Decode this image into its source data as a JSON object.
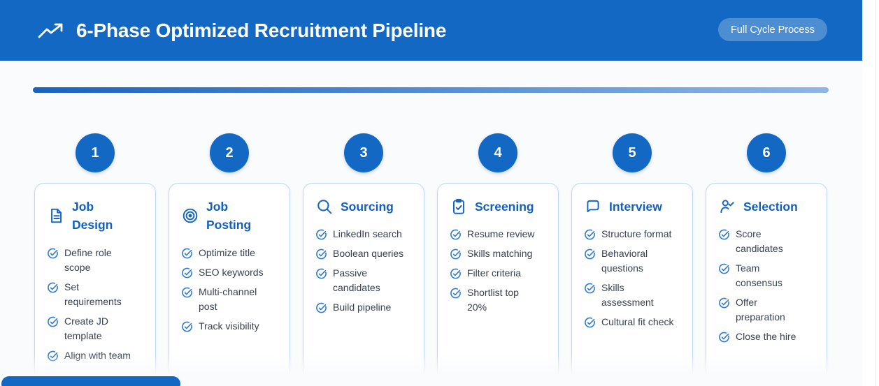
{
  "header": {
    "title": "6-Phase Optimized Recruitment Pipeline",
    "icon": "trending-up-icon",
    "badge": "Full Cycle Process"
  },
  "item_icon": "check-circle-icon",
  "colors": {
    "header_bg": "#1268c3",
    "accent": "#1268c3",
    "badge_bg": "rgba(255,255,255,0.25)",
    "page_bg": "#f9fbfd",
    "card_bg": "#ffffff",
    "card_border": "#c2d8f0",
    "title_color": "#1160c0",
    "icon_color": "#1565c4",
    "check_color": "#2e7ad4",
    "item_color": "#374151",
    "timeline_start": "#1a63bd",
    "timeline_end": "#8fb7e6",
    "edge_line": "#e3e6ea"
  },
  "phases": [
    {
      "number": "1",
      "title": "Job Design",
      "icon": "document-icon",
      "items": [
        "Define role scope",
        "Set requirements",
        "Create JD template",
        "Align with team"
      ]
    },
    {
      "number": "2",
      "title": "Job Posting",
      "icon": "target-icon",
      "items": [
        "Optimize title",
        "SEO keywords",
        "Multi-channel post",
        "Track visibility"
      ]
    },
    {
      "number": "3",
      "title": "Sourcing",
      "icon": "search-icon",
      "items": [
        "LinkedIn search",
        "Boolean queries",
        "Passive candidates",
        "Build pipeline"
      ]
    },
    {
      "number": "4",
      "title": "Screening",
      "icon": "clipboard-check-icon",
      "items": [
        "Resume review",
        "Skills matching",
        "Filter criteria",
        "Shortlist top 20%"
      ]
    },
    {
      "number": "5",
      "title": "Interview",
      "icon": "chat-bubble-icon",
      "items": [
        "Structure format",
        "Behavioral questions",
        "Skills assessment",
        "Cultural fit check"
      ]
    },
    {
      "number": "6",
      "title": "Selection",
      "icon": "person-check-icon",
      "items": [
        "Score candidates",
        "Team consensus",
        "Offer preparation",
        "Close the hire"
      ]
    }
  ]
}
